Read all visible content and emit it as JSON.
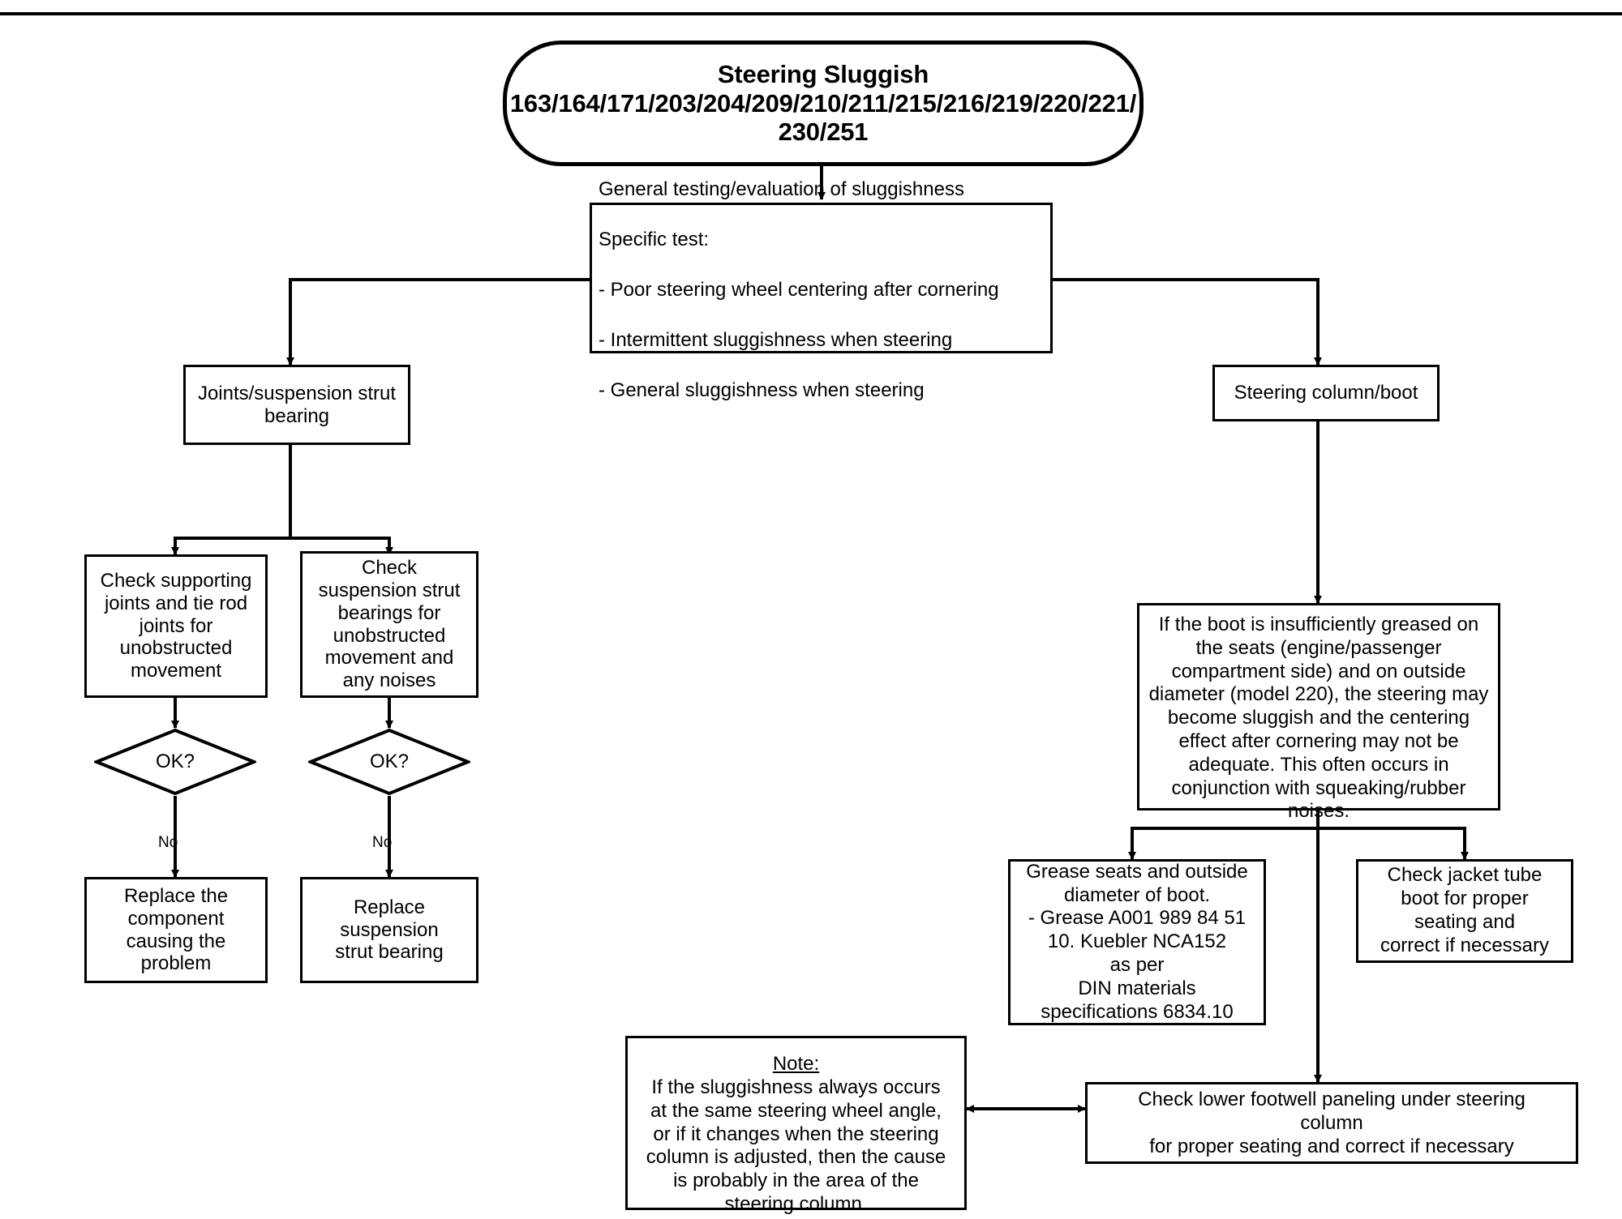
{
  "document": {
    "title_line1": "Steering Sluggish",
    "title_line2": "163/164/171/203/204/209/210/211/215/216/219/220/221/",
    "title_line3": "230/251"
  },
  "nodes": {
    "general_test": {
      "line1": "General testing/evaluation of sluggishness",
      "line2": "Specific test:",
      "bullet1": "-   Poor steering wheel centering after cornering",
      "bullet2": "-   Intermittent sluggishness when steering",
      "bullet3": "-   General sluggishness when steering"
    },
    "joints_branch": "Joints/suspension strut\nbearing",
    "steering_column_branch": "Steering column/boot",
    "check_supporting_joints": "Check supporting\njoints and tie rod\njoints for\nunobstructed\nmovement",
    "check_strut_bearings": "Check\nsuspension strut\nbearings for\nunobstructed\nmovement and\nany noises",
    "decision_left": "OK?",
    "decision_right": "OK?",
    "edge_label_left": "No",
    "edge_label_right": "No",
    "replace_component": "Replace the\ncomponent\ncausing the\nproblem",
    "replace_strut_bearing": "Replace\nsuspension\nstrut bearing",
    "boot_grease_info": "If the boot is insufficiently greased on\nthe seats (engine/passenger\ncompartment side) and on outside\ndiameter (model 220), the steering may\nbecome sluggish and the centering\neffect after cornering may not be\nadequate. This often occurs in\nconjunction with squeaking/rubber\nnoises.",
    "grease_seats": "Grease seats and outside\ndiameter of boot.\n- Grease A001 989 84 51\n10.        Kuebler NCA152\nas per\nDIN materials\nspecifications 6834.10",
    "check_jacket_tube": "Check jacket tube\nboot for proper\nseating and\ncorrect if necessary",
    "check_footwell": "Check lower footwell paneling under steering\ncolumn\nfor proper seating and correct if necessary",
    "note": {
      "heading": "Note:",
      "body": "If the sluggishness always occurs\nat the same steering wheel angle,\nor if it changes when the steering\ncolumn is adjusted, then the cause\nis probably in the area of the\nsteering column."
    }
  },
  "colors": {
    "stroke": "#000000",
    "background": "#ffffff"
  }
}
